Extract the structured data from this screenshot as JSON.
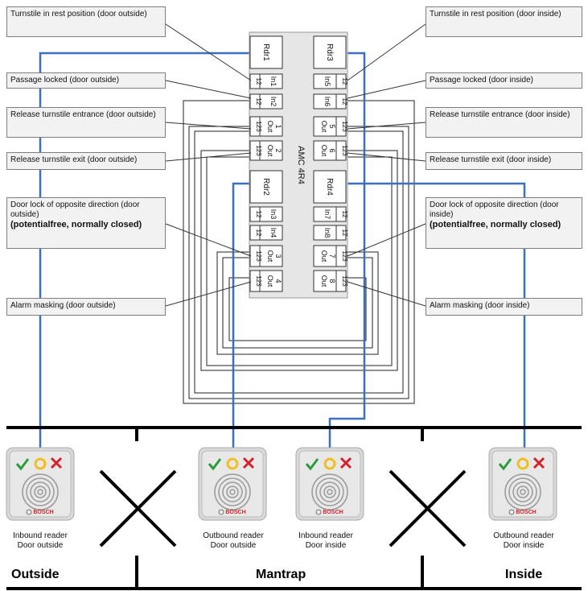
{
  "controller": {
    "name": "AMC 4R4"
  },
  "left_callouts": [
    {
      "text": "Turnstile in rest position (door outside)"
    },
    {
      "text": "Passage locked (door outside)"
    },
    {
      "text": "Release turnstile entrance (door outside)"
    },
    {
      "text": "Release turnstile exit (door outside)"
    },
    {
      "text": "Door lock of opposite direction (door outside)",
      "bold": "(potentialfree, normally closed)"
    },
    {
      "text": "Alarm masking (door outside)"
    }
  ],
  "right_callouts": [
    {
      "text": "Turnstile in rest position (door inside)"
    },
    {
      "text": "Passage locked (door inside)"
    },
    {
      "text": "Release turnstile entrance (door inside)"
    },
    {
      "text": "Release turnstile exit (door inside)"
    },
    {
      "text": "Door lock of opposite direction (door inside)",
      "bold": "(potentialfree, normally closed)"
    },
    {
      "text": "Alarm masking (door inside)"
    }
  ],
  "terminals": {
    "left": [
      {
        "label": "Rdr1",
        "pins": ""
      },
      {
        "label": "In1",
        "pins": "12"
      },
      {
        "label": "In2",
        "pins": "12"
      },
      {
        "label": "Out 1",
        "pins": "123"
      },
      {
        "label": "Out 2",
        "pins": "123"
      },
      {
        "label": "Rdr2",
        "pins": ""
      },
      {
        "label": "In3",
        "pins": "12"
      },
      {
        "label": "In4",
        "pins": "12"
      },
      {
        "label": "Out 3",
        "pins": "123"
      },
      {
        "label": "Out 4",
        "pins": "123"
      }
    ],
    "right": [
      {
        "label": "Rdr3",
        "pins": ""
      },
      {
        "label": "In5",
        "pins": "12"
      },
      {
        "label": "In6",
        "pins": "12"
      },
      {
        "label": "Out 5",
        "pins": "123"
      },
      {
        "label": "Out 6",
        "pins": "123"
      },
      {
        "label": "Rdr4",
        "pins": ""
      },
      {
        "label": "In7",
        "pins": "12"
      },
      {
        "label": "In8",
        "pins": "12"
      },
      {
        "label": "Out 7",
        "pins": "123"
      },
      {
        "label": "Out 8",
        "pins": "123"
      }
    ]
  },
  "readers": [
    {
      "line1": "Inbound reader",
      "line2": "Door outside",
      "brand": "BOSCH"
    },
    {
      "line1": "Outbound reader",
      "line2": "Door outside",
      "brand": "BOSCH"
    },
    {
      "line1": "Inbound reader",
      "line2": "Door inside",
      "brand": "BOSCH"
    },
    {
      "line1": "Outbound reader",
      "line2": "Door inside",
      "brand": "BOSCH"
    }
  ],
  "zones": {
    "outside": "Outside",
    "mantrap": "Mantrap",
    "inside": "Inside"
  },
  "colors": {
    "wire_blue": "#3a6fc4",
    "callout_bg": "#f2f2f2",
    "panel_bg": "#e6e6e6",
    "reader_red": "#d8202a",
    "check_green": "#2a9d3a",
    "circle_yellow": "#f0c020"
  }
}
